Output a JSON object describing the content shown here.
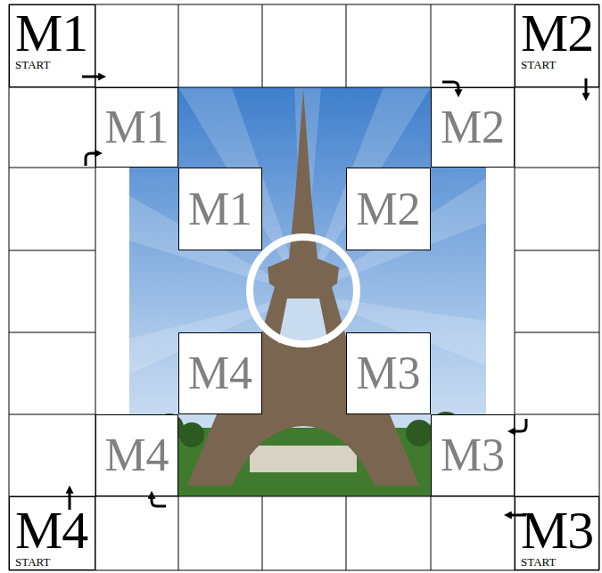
{
  "diagram": {
    "nodes": [
      {
        "text": [
          "M1",
          "START"
        ]
      },
      {
        "text": [
          "M2",
          "START"
        ]
      },
      {
        "text": [
          "M1"
        ]
      },
      {
        "text": [
          "M2"
        ]
      },
      {
        "text": [
          "M1"
        ]
      },
      {
        "text": [
          "M2"
        ]
      },
      {
        "text": [
          "M4"
        ]
      },
      {
        "text": [
          "M3"
        ]
      },
      {
        "text": [
          "M4"
        ]
      },
      {
        "text": [
          "M3"
        ]
      },
      {
        "text": [
          "M4",
          "START"
        ]
      },
      {
        "text": [
          "M3",
          "START"
        ]
      }
    ]
  }
}
